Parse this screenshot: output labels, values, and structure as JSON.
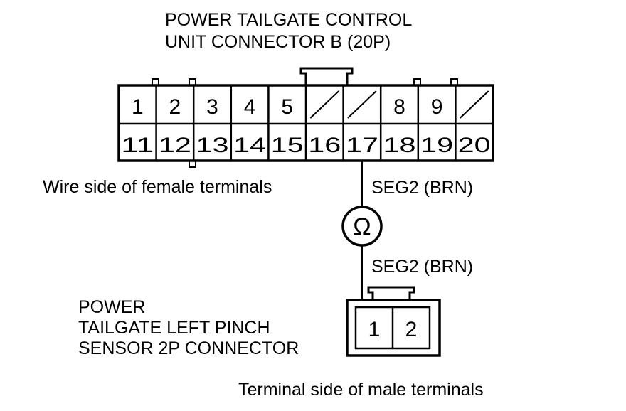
{
  "connector_b": {
    "title_line1": "POWER TAILGATE CONTROL",
    "title_line2": "UNIT CONNECTOR B (20P)",
    "view_label": "Wire side of female terminals",
    "top_row": [
      "1",
      "2",
      "3",
      "4",
      "5",
      "",
      "",
      "8",
      "9",
      ""
    ],
    "bottom_row": [
      "11",
      "12",
      "13",
      "14",
      "15",
      "16",
      "17",
      "18",
      "19",
      "20"
    ]
  },
  "meter": {
    "symbol": "Ω"
  },
  "wire_upper_label": "SEG2 (BRN)",
  "wire_lower_label": "SEG2 (BRN)",
  "sensor_connector": {
    "title_line1": "POWER",
    "title_line2": "TAILGATE LEFT PINCH",
    "title_line3": "SENSOR 2P CONNECTOR",
    "pins": [
      "1",
      "2"
    ],
    "view_label": "Terminal side of male terminals"
  }
}
